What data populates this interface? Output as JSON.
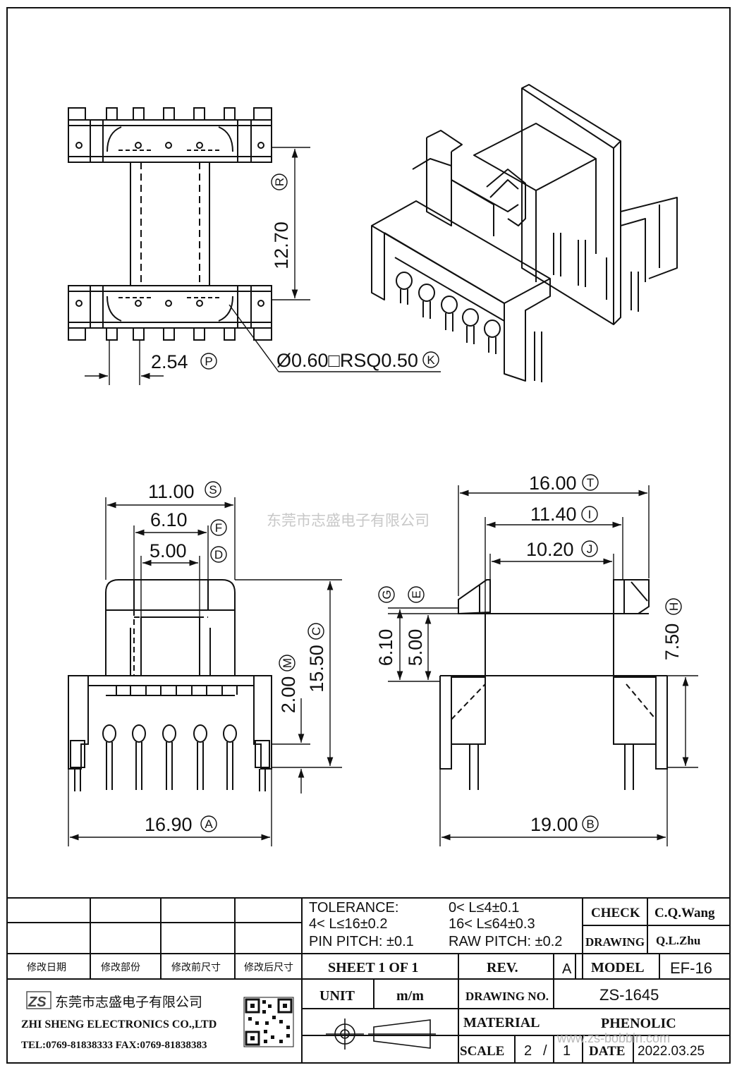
{
  "watermark": "东莞市志盛电子有限公司",
  "watermark_site": "www.zs-bobbin.com",
  "dims": {
    "top_view": {
      "height": "12.70",
      "height_tag": "R",
      "pitch": "2.54",
      "pitch_tag": "P",
      "pin": "Ø0.60□RSQ0.50",
      "pin_tag": "K"
    },
    "front_view": {
      "w11": "11.00",
      "w11_tag": "S",
      "w610": "6.10",
      "w610_tag": "F",
      "w500": "5.00",
      "w500_tag": "D",
      "h1550": "15.50",
      "h1550_tag": "C",
      "h200": "2.00",
      "h200_tag": "M",
      "w1690": "16.90",
      "w1690_tag": "A"
    },
    "side_view": {
      "w1600": "16.00",
      "w1600_tag": "T",
      "w1140": "11.40",
      "w1140_tag": "I",
      "w1020": "10.20",
      "w1020_tag": "J",
      "h610": "6.10",
      "h610_tag": "G",
      "h500": "5.00",
      "h500_tag": "E",
      "h750": "7.50",
      "h750_tag": "H",
      "w1900": "19.00",
      "w1900_tag": "B"
    }
  },
  "title_block": {
    "tolerance_label": "TOLERANCE:",
    "tol1": "0< L≤4±0.1",
    "tol2": "4< L≤16±0.2",
    "tol3": "16< L≤64±0.3",
    "pin_pitch": "PIN PITCH: ±0.1",
    "raw_pitch": "RAW PITCH: ±0.2",
    "check_label": "CHECK",
    "check_value": "C.Q.Wang",
    "drawing_label": "DRAWING",
    "drawing_value": "Q.L.Zhu",
    "rev_headers": [
      "修改日期",
      "修改部份",
      "修改前尺寸",
      "修改后尺寸"
    ],
    "sheet": "SHEET 1 OF 1",
    "rev_label": "REV.",
    "rev_value": "A",
    "model_label": "MODEL",
    "model_value": "EF-16",
    "company_cn": "东莞市志盛电子有限公司",
    "company_en": "ZHI SHENG ELECTRONICS CO.,LTD",
    "contact": "TEL:0769-81838333 FAX:0769-81838383",
    "logo_text": "ZS",
    "unit_label": "UNIT",
    "unit_value": "m/m",
    "drawing_no_label": "DRAWING NO.",
    "drawing_no_value": "ZS-1645",
    "material_label": "MATERIAL",
    "material_value": "PHENOLIC",
    "scale_label": "SCALE",
    "scale_num": "2",
    "scale_sep": "/",
    "scale_den": "1",
    "date_label": "DATE",
    "date_value": "2022.03.25"
  }
}
